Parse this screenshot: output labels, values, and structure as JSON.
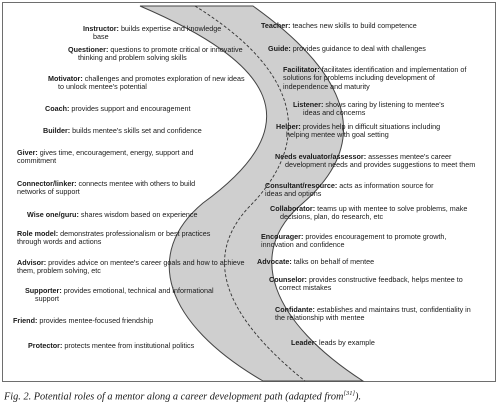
{
  "roles_left": [
    {
      "name": "Instructor:",
      "desc": "builds expertise and knowledge",
      "desc2": "base"
    },
    {
      "name": "Questioner:",
      "desc": "questions to promote critical or innovative",
      "desc2": "thinking and problem solving skills"
    },
    {
      "name": "Motivator:",
      "desc": "challenges and promotes exploration of new ideas",
      "desc2": "to unlock mentee's potential"
    },
    {
      "name": "Coach:",
      "desc": "provides support and encouragement"
    },
    {
      "name": "Builder:",
      "desc": "builds mentee's skills set and confidence"
    },
    {
      "name": "Giver:",
      "desc": "gives time, encouragement, energy, support and",
      "desc2": "commitment"
    },
    {
      "name": "Connector/linker:",
      "desc": "connects mentee with others to build",
      "desc2": "networks of support"
    },
    {
      "name": "Wise one/guru:",
      "desc": "shares wisdom based on experience"
    },
    {
      "name": "Role model:",
      "desc": "demonstrates professionalism or best practices",
      "desc2": "through words and actions"
    },
    {
      "name": "Advisor:",
      "desc": "provides advice on mentee's career goals and how to achieve",
      "desc2": "them, problem solving, etc"
    },
    {
      "name": "Supporter:",
      "desc": "provides emotional, technical and informational",
      "desc2": "support"
    },
    {
      "name": "Friend:",
      "desc": "provides mentee-focused friendship"
    },
    {
      "name": "Protector:",
      "desc": "protects mentee from institutional politics"
    }
  ],
  "roles_right": [
    {
      "name": "Teacher:",
      "desc": "teaches new skills to build competence"
    },
    {
      "name": "Guide:",
      "desc": "provides guidance to deal with challenges"
    },
    {
      "name": "Facilitator:",
      "desc": "facilitates identification and implementation of",
      "desc2": "solutions for problems including development of",
      "desc3": "independence and maturity"
    },
    {
      "name": "Listener:",
      "desc": "shows caring by listening to mentee's",
      "desc2": "ideas and concerns"
    },
    {
      "name": "Helper:",
      "desc": "provides help in difficult situations including",
      "desc2": "helping mentee with goal setting"
    },
    {
      "name": "Needs evaluator/assessor:",
      "desc": "assesses mentee's career",
      "desc2": "development needs and provides suggestions to meet them"
    },
    {
      "name": "Consultant/resource:",
      "desc": "acts as information source for",
      "desc2": "ideas and options"
    },
    {
      "name": "Collaborator:",
      "desc": "teams up with mentee to solve problems, make",
      "desc2": "decisions, plan, do research, etc"
    },
    {
      "name": "Encourager:",
      "desc": "provides encouragement to promote growth,",
      "desc2": "innovation and confidence"
    },
    {
      "name": "Advocate:",
      "desc": "talks on behalf of mentee"
    },
    {
      "name": "Counselor:",
      "desc": "provides constructive feedback, helps mentee to",
      "desc2": "correct mistakes"
    },
    {
      "name": "Confidante:",
      "desc": "establishes and maintains trust, confidentiality in",
      "desc2": "the relationship with mentee"
    },
    {
      "name": "Leader:",
      "desc": "leads by example"
    }
  ],
  "caption": {
    "main": "Fig. 2. Potential roles of a mentor along a career development path (adapted from",
    "ref": "[31]",
    "end": ")."
  },
  "colors": {
    "path_fill": "#cfcfcf",
    "path_stroke": "#444444",
    "border": "#6e6e6e"
  }
}
